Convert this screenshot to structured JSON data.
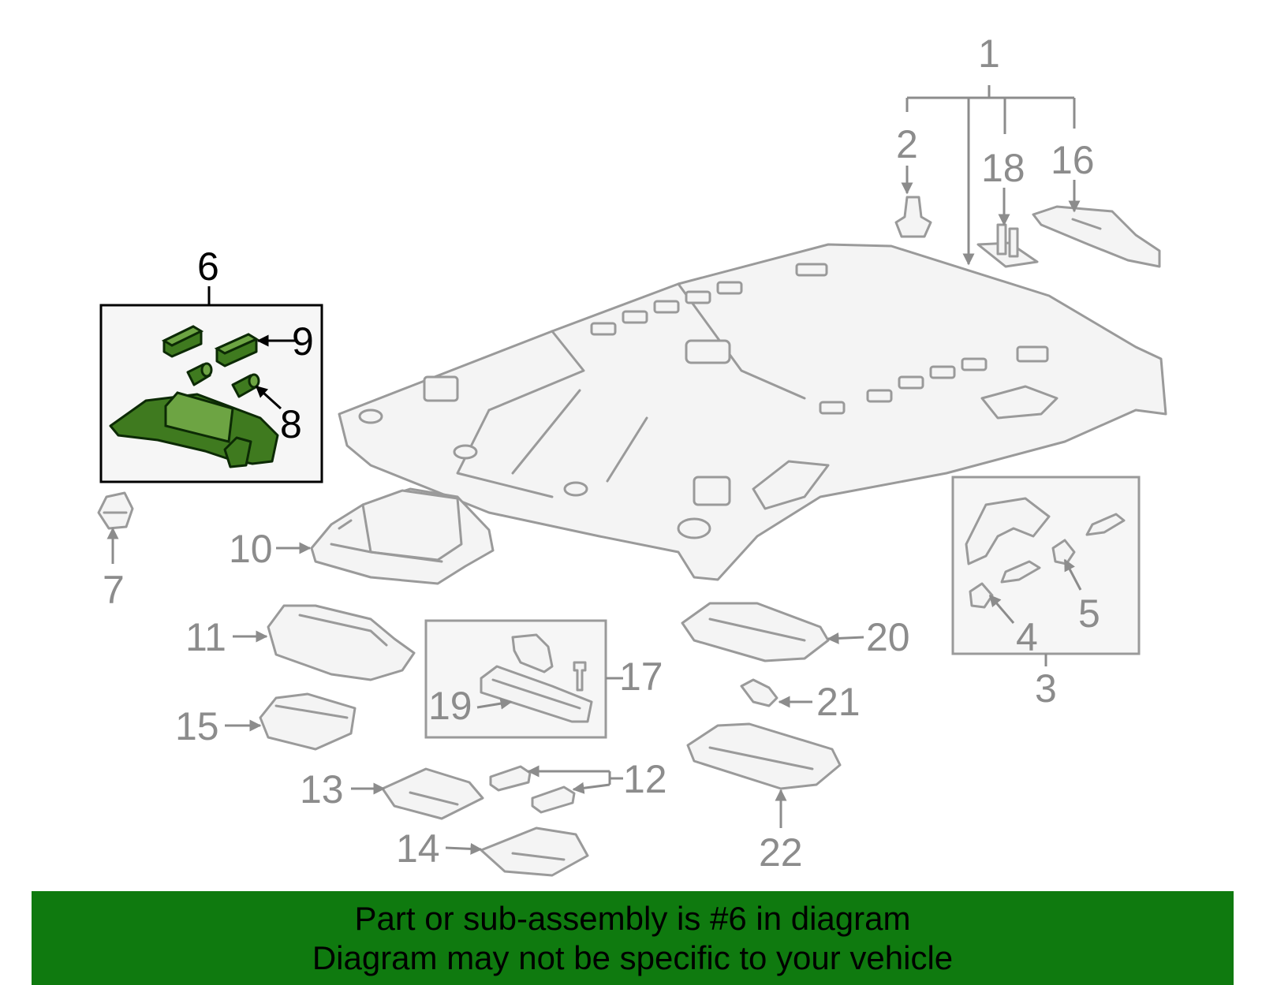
{
  "colors": {
    "highlight_fill": "#3f7a1f",
    "banner_background": "#0f7a0f",
    "part_stroke": "#9a9a9a",
    "part_fill": "#f4f4f4"
  },
  "highlighted_part": "6",
  "callouts": {
    "c1": "1",
    "c2": "2",
    "c3": "3",
    "c4": "4",
    "c5": "5",
    "c6": "6",
    "c7": "7",
    "c8": "8",
    "c9": "9",
    "c10": "10",
    "c11": "11",
    "c12": "12",
    "c13": "13",
    "c14": "14",
    "c15": "15",
    "c16": "16",
    "c17": "17",
    "c18": "18",
    "c19": "19",
    "c20": "20",
    "c21": "21",
    "c22": "22"
  },
  "footer": {
    "line1": "Part or sub-assembly is #6 in diagram",
    "line2": "Diagram may not be specific to your vehicle"
  }
}
